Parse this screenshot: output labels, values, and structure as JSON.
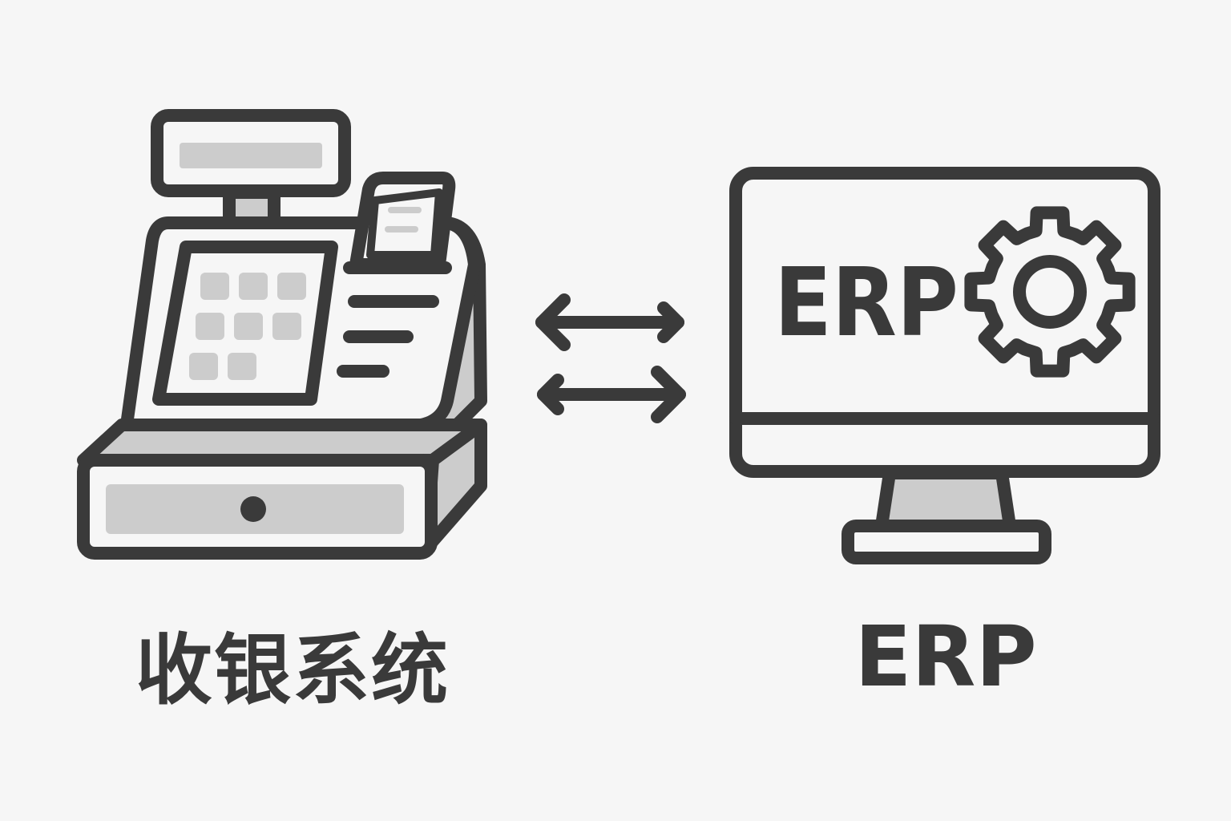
{
  "diagram": {
    "left_node": {
      "icon": "cash-register-icon",
      "label": "收银系统"
    },
    "right_node": {
      "icon": "monitor-icon",
      "screen_text": "ERP",
      "screen_icon": "gear-icon",
      "label": "ERP"
    },
    "connector": {
      "icon": "bidirectional-arrows-icon",
      "count": 2
    }
  },
  "colors": {
    "background": "#f6f6f6",
    "stroke": "#3a3a3a",
    "fill_gray": "#cccccc",
    "fill_white": "#f6f6f6"
  }
}
